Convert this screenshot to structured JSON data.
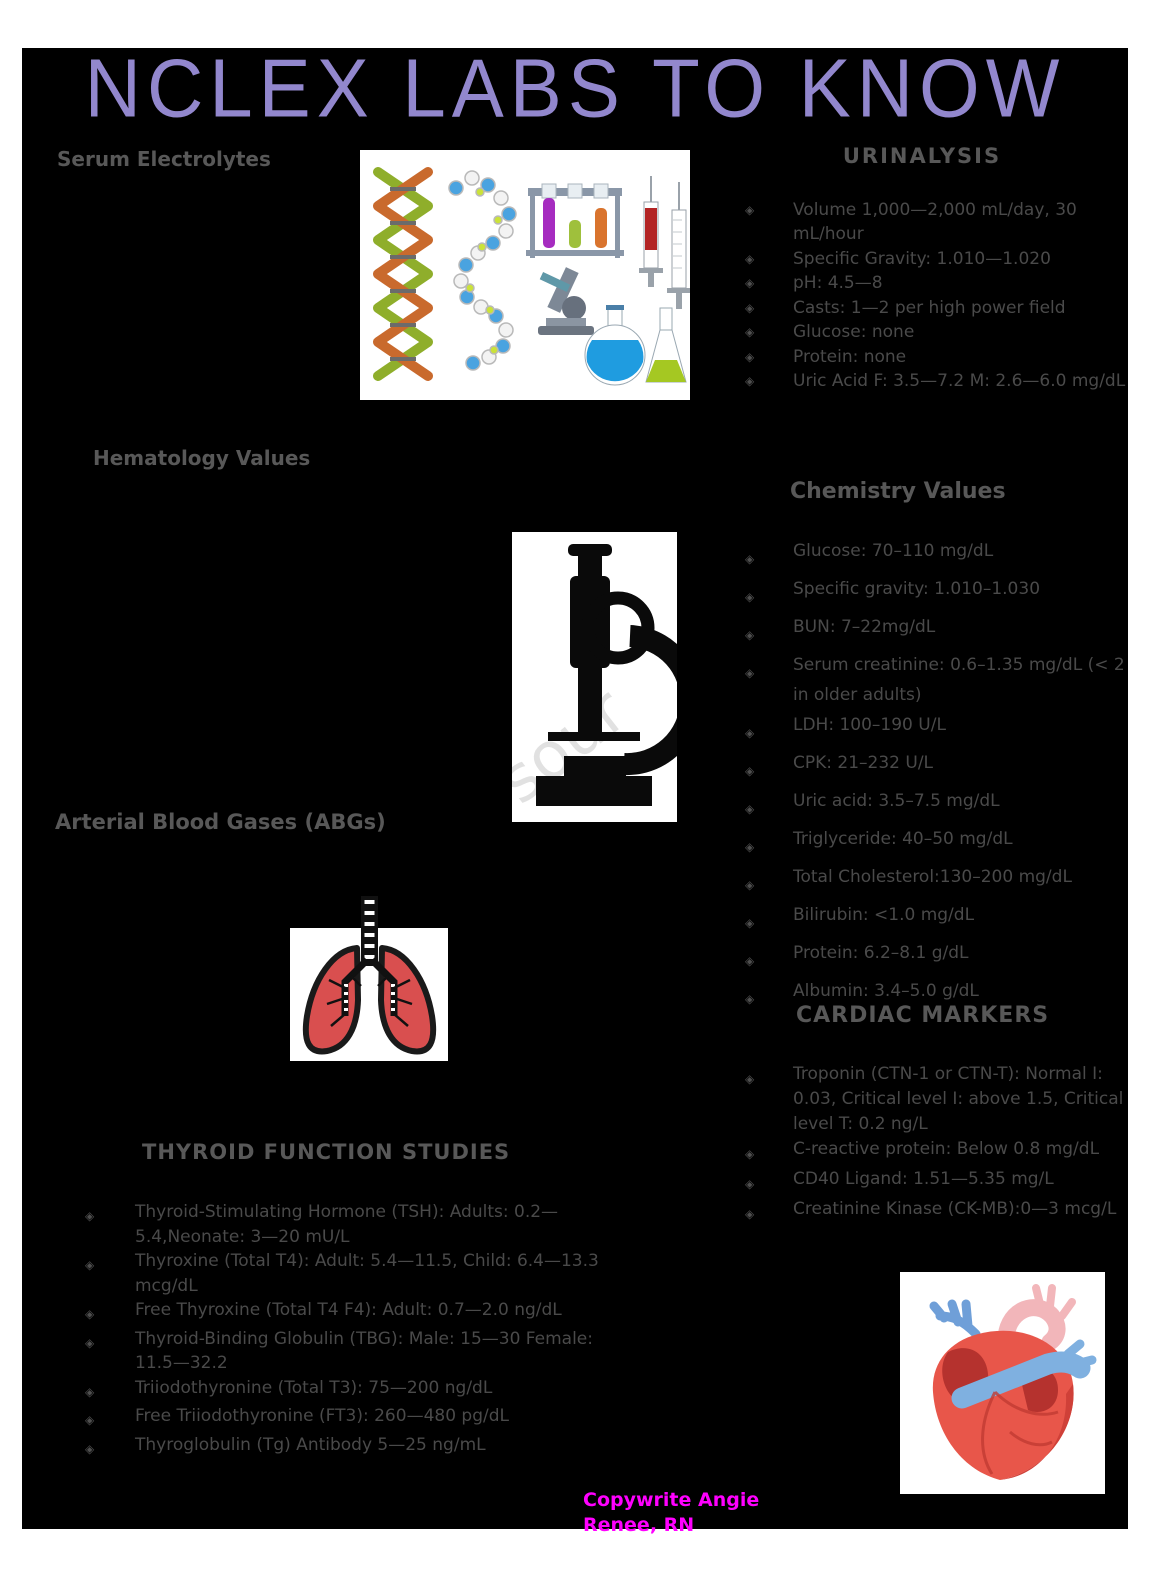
{
  "title": "NCLEX LABS TO KNOW",
  "bullet_glyph": "◈",
  "colors": {
    "title_purple": "#9287cd",
    "heading_gray": "#585858",
    "body_gray": "#4a4a4a",
    "footer_magenta": "#ff00ff",
    "page_background": "#000000"
  },
  "left_column": {
    "serum_heading": "Serum Electrolytes",
    "hematology_heading": "Hematology Values",
    "abg_heading": "Arterial Blood Gases (ABGs)",
    "thyroid": {
      "heading": "THYROID FUNCTION STUDIES",
      "items": [
        "Thyroid-Stimulating Hormone (TSH): Adults: 0.2—5.4,Neonate: 3—20 mU/L",
        "Thyroxine (Total T4): Adult: 5.4—11.5, Child: 6.4—13.3 mcg/dL",
        "Free Thyroxine (Total T4 F4): Adult: 0.7—2.0 ng/dL",
        "Thyroid-Binding Globulin (TBG): Male: 15—30 Female: 11.5—32.2",
        "Triiodothyronine (Total T3): 75—200 ng/dL",
        "Free Triiodothyronine (FT3): 260—480 pg/dL",
        "Thyroglobulin (Tg) Antibody 5—25 ng/mL"
      ]
    }
  },
  "right_column": {
    "urinalysis": {
      "heading": "URINALYSIS",
      "items": [
        "Volume 1,000—2,000 mL/day, 30 mL/hour",
        "Specific Gravity: 1.010—1.020",
        "pH: 4.5—8",
        "Casts: 1—2 per high power field",
        "Glucose: none",
        "Protein: none",
        "Uric Acid F: 3.5—7.2 M: 2.6—6.0 mg/dL"
      ]
    },
    "chemistry": {
      "heading": "Chemistry Values",
      "items": [
        "Glucose: 70–110 mg/dL",
        "Specific gravity: 1.010–1.030",
        "BUN: 7–22mg/dL",
        "Serum creatinine: 0.6–1.35 mg/dL (< 2 in older adults)",
        "LDH: 100–190 U/L",
        "CPK: 21–232 U/L",
        "Uric acid: 3.5–7.5 mg/dL",
        "Triglyceride: 40–50 mg/dL",
        "Total Cholesterol:130–200 mg/dL",
        "Bilirubin: <1.0 mg/dL",
        "Protein: 6.2–8.1 g/dL",
        "Albumin: 3.4–5.0 g/dL"
      ]
    },
    "cardiac": {
      "heading": "CARDIAC MARKERS",
      "items": [
        "Troponin (CTN-1 or CTN-T): Normal I: 0.03, Critical level I: above 1.5, Critical level T: 0.2 ng/L",
        "C-reactive protein: Below 0.8 mg/dL",
        "CD40 Ligand: 1.51—5.35 mg/L",
        "Creatinine Kinase (CK-MB):0—3 mcg/L"
      ]
    }
  },
  "images": {
    "lab_watermark": "sour"
  },
  "footer": {
    "line1": "Copywrite Angie",
    "line2": "Renee, RN"
  }
}
